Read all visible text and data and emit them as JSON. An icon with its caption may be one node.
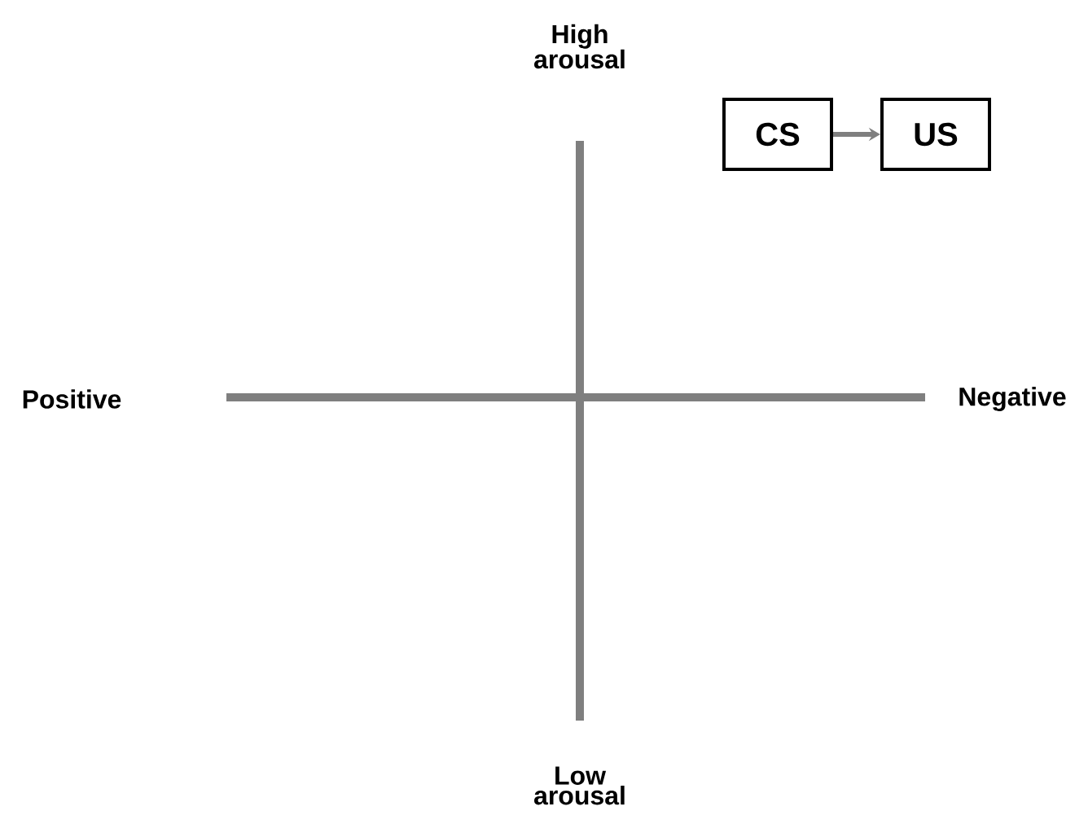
{
  "diagram": {
    "nodes": [
      {
        "text": [
          "CS"
        ]
      },
      {
        "text": [
          "US"
        ]
      }
    ],
    "edges": [
      {
        "from": 0,
        "to": 1,
        "arrow": "to",
        "color": "#7f7f7f"
      }
    ],
    "labels": [
      "High arousal",
      "Positive",
      "Negative",
      "Low arousal"
    ]
  }
}
